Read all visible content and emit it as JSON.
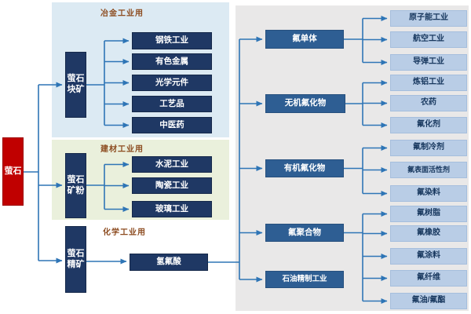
{
  "root": {
    "label": "萤石"
  },
  "branches": {
    "lump": {
      "label": "萤石\n块矿"
    },
    "powder": {
      "label": "萤石\n矿粉"
    },
    "concentrate": {
      "label": "萤石\n精矿"
    }
  },
  "groups": {
    "metallurgy": {
      "label": "冶金工业用",
      "items": [
        "钢铁工业",
        "有色金属",
        "光学元件",
        "工艺品",
        "中医药"
      ]
    },
    "building": {
      "label": "建材工业用",
      "items": [
        "水泥工业",
        "陶瓷工业",
        "玻璃工业"
      ]
    },
    "chemical": {
      "label": "化学工业用",
      "acid": "氢氟酸"
    }
  },
  "chain": {
    "mid": [
      "氟单体",
      "无机氟化物",
      "有机氟化物",
      "氟聚合物",
      "石油精制工业"
    ],
    "right": [
      "原子能工业",
      "航空工业",
      "导弹工业",
      "炼铝工业",
      "农药",
      "氟化剂",
      "氟制冷剂",
      "氟表面活性剂",
      "氟染料",
      "氟树脂",
      "氟橡胶",
      "氟涂料",
      "氟纤维",
      "氟油/氟酯"
    ]
  },
  "colors": {
    "root_red": "#c00000",
    "dark_navy": "#1f3864",
    "mid_blue": "#2e5e93",
    "light_blue_node": "#b9cde6",
    "panel_blue": "#dceaf3",
    "panel_green": "#eaf0dc",
    "panel_gray": "#e9e8e8",
    "wire_blue": "#2e75b6",
    "label_brown": "#8c4b1f"
  }
}
